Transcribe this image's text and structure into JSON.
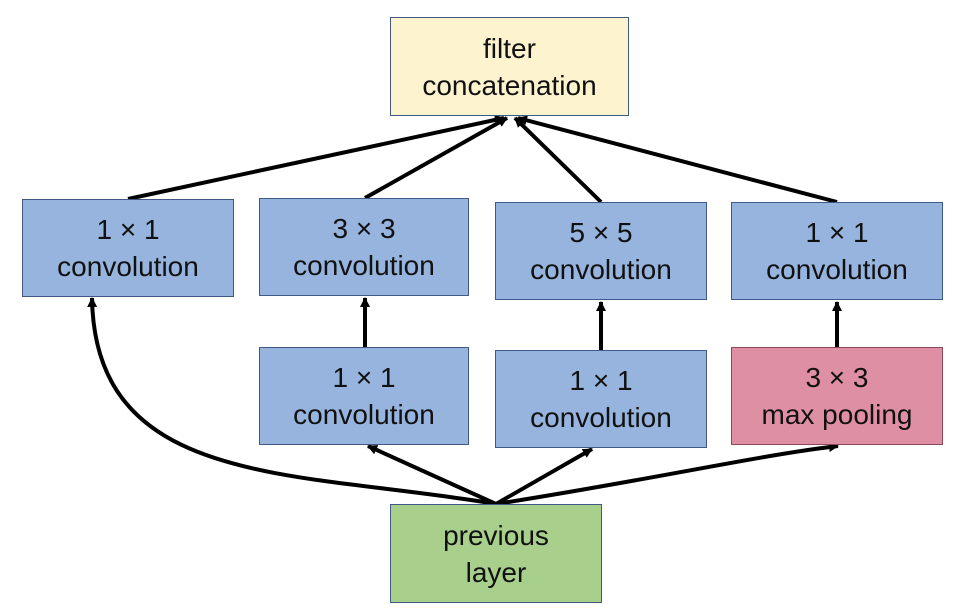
{
  "nodes": {
    "concat": {
      "line1": "filter",
      "line2": "concatenation",
      "fill": "#fdf3cf"
    },
    "conv1x1_a": {
      "line1": "1 × 1",
      "line2": "convolution",
      "fill": "#96b4de"
    },
    "conv3x3": {
      "line1": "3 × 3",
      "line2": "convolution",
      "fill": "#96b4de"
    },
    "conv5x5": {
      "line1": "5 × 5",
      "line2": "convolution",
      "fill": "#96b4de"
    },
    "conv1x1_d": {
      "line1": "1 × 1",
      "line2": "convolution",
      "fill": "#96b4de"
    },
    "conv1x1_b": {
      "line1": "1 × 1",
      "line2": "convolution",
      "fill": "#96b4de"
    },
    "conv1x1_c": {
      "line1": "1 × 1",
      "line2": "convolution",
      "fill": "#96b4de"
    },
    "maxpool": {
      "line1": "3 × 3",
      "line2": "max pooling",
      "fill": "#de8fa3"
    },
    "input": {
      "line1": "previous",
      "line2": "layer",
      "fill": "#a8cf8c"
    }
  },
  "edges": [
    {
      "from": "input",
      "to": "conv1x1_a"
    },
    {
      "from": "input",
      "to": "conv1x1_b"
    },
    {
      "from": "input",
      "to": "conv1x1_c"
    },
    {
      "from": "input",
      "to": "maxpool"
    },
    {
      "from": "conv1x1_b",
      "to": "conv3x3"
    },
    {
      "from": "conv1x1_c",
      "to": "conv5x5"
    },
    {
      "from": "maxpool",
      "to": "conv1x1_d"
    },
    {
      "from": "conv1x1_a",
      "to": "concat"
    },
    {
      "from": "conv3x3",
      "to": "concat"
    },
    {
      "from": "conv5x5",
      "to": "concat"
    },
    {
      "from": "conv1x1_d",
      "to": "concat"
    }
  ]
}
